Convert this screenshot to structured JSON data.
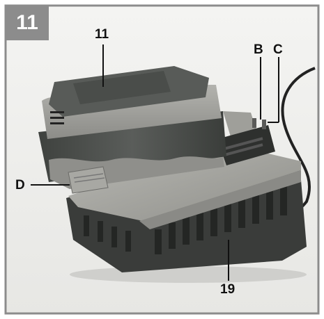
{
  "figure": {
    "number": "11"
  },
  "callouts": {
    "battery": "11",
    "led_b": "B",
    "led_c": "C",
    "release_button": "D",
    "charger": "19"
  },
  "colors": {
    "frame": "#8c8c8c",
    "badge": "#8c8c8c",
    "battery_body": "#4a4d4a",
    "battery_cap": "#9a9a95",
    "charger_body": "#3a3c3a",
    "charger_top": "#a9a9a4",
    "callout_text": "#111111"
  },
  "icons": [
    "power-cord",
    "battery-pack",
    "charger-base",
    "release-button",
    "indicator-leds"
  ]
}
